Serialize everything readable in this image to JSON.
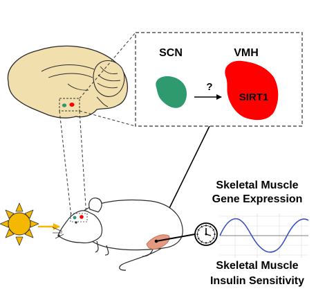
{
  "labels": {
    "scn": "SCN",
    "vmh": "VMH",
    "question": "?",
    "sirt1": "SIRT1",
    "gene_expression_line1": "Skeletal Muscle",
    "gene_expression_line2": "Gene Expression",
    "insulin_line1": "Skeletal Muscle",
    "insulin_line2": "Insulin Sensitivity"
  },
  "colors": {
    "brain": "#f2dfae",
    "scn_nucleus": "#2e9a6e",
    "vmh_nucleus": "#ff0000",
    "sun": "#f5b800",
    "light_arrow": "#f5b800",
    "sine_wave": "#3850c0",
    "muscle": "#e39a80"
  }
}
